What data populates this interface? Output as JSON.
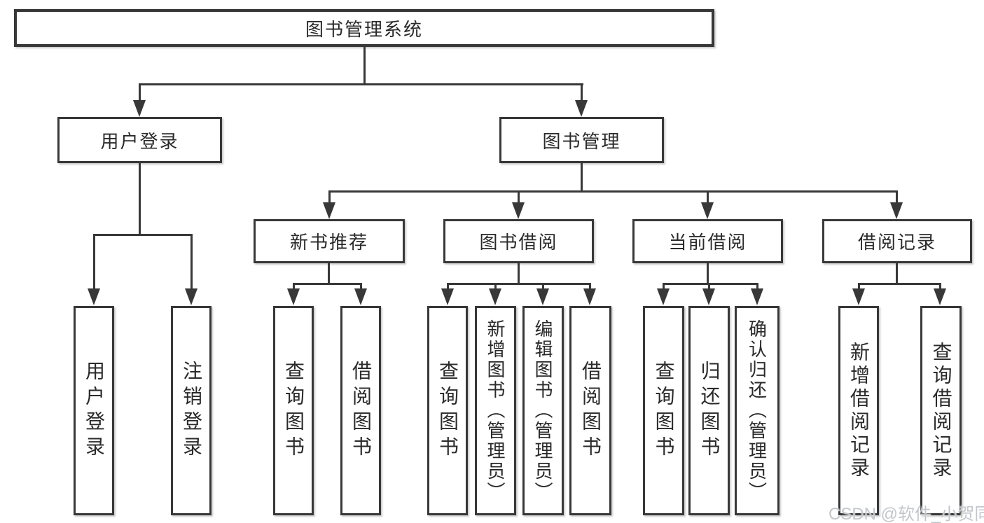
{
  "tree": {
    "root": {
      "label": "图书管理系统",
      "children": [
        {
          "label": "用户登录",
          "children": [
            {
              "label": "用户登录"
            },
            {
              "label": "注销登录"
            }
          ]
        },
        {
          "label": "图书管理",
          "children": [
            {
              "label": "新书推荐",
              "children": [
                {
                  "label": "查询图书"
                },
                {
                  "label": "借阅图书"
                }
              ]
            },
            {
              "label": "图书借阅",
              "children": [
                {
                  "label": "查询图书"
                },
                {
                  "label": "新增图书（管理员）"
                },
                {
                  "label": "编辑图书（管理员）"
                },
                {
                  "label": "借阅图书"
                }
              ]
            },
            {
              "label": "当前借阅",
              "children": [
                {
                  "label": "查询图书"
                },
                {
                  "label": "归还图书"
                },
                {
                  "label": "确认归还（管理员）"
                }
              ]
            },
            {
              "label": "借阅记录",
              "children": [
                {
                  "label": "新增借阅记录"
                },
                {
                  "label": "查询借阅记录"
                }
              ]
            }
          ]
        }
      ]
    }
  },
  "watermark": {
    "text": "CSDN @软件_小贺同学"
  },
  "colors": {
    "line": "#383838",
    "text": "#2a2a2a",
    "watermark": "#c3c7cc",
    "background": "#ffffff"
  }
}
